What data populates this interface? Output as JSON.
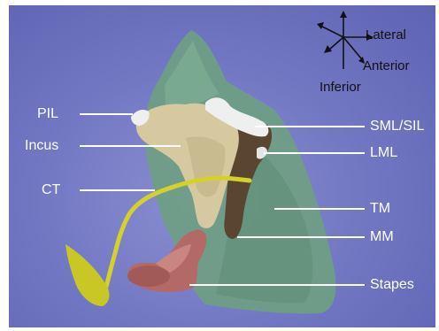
{
  "orientation": {
    "lateral": "Lateral",
    "anterior": "Anterior",
    "inferior": "Inferior"
  },
  "labels": {
    "pil": "PIL",
    "incus": "Incus",
    "ct": "CT",
    "sml_sil": "SML/SIL",
    "lml": "LML",
    "tm": "TM",
    "mm": "MM",
    "stapes": "Stapes"
  },
  "colors": {
    "background": "#7479c4",
    "tympanic_membrane": "#6f9e84",
    "incus": "#d6c9a0",
    "malleus": "#5a4630",
    "chorda_tympani": "#d4d22a",
    "stapes": "#b36a66",
    "ligament": "#eef0f0",
    "label_text": "#ffffff",
    "leader_line": "#ffffff"
  }
}
